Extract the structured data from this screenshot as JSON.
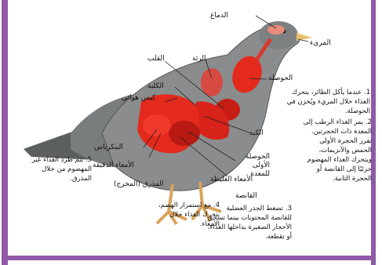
{
  "labels": {
    "brain": "الدماغ",
    "esophagus": "المريء",
    "crop": "الحوصلة",
    "lung": "الرئة",
    "heart": "القلب",
    "kidney": "الكلية",
    "air_sac": "كيس هوائي",
    "liver": "الكبد",
    "gizzard": "الحوصلة الأولى للمعدة",
    "pancreas": "البنكرياس",
    "small_intestine": "الأمعاء الدقيقة",
    "large_intestine": "الأمعاء الغليظة",
    "cloaca_tube": "المذرق (المخرج)",
    "gizzard2": "القانصة"
  },
  "steps": {
    "s1": "1. عندما يأكل الطائر، يتحرك الغذاء خلال المريء ويُخزن في الحوصلة.",
    "s2": "2. يمر الغذاء الرطب إلى المعدة ذات الحجرتين. تفرز الحجرة الأولى الحمض والأنزيمات، ويتحرك الغذاء المهضوم جزئيًا إلى القانصة أو الحجرة الثانية.",
    "s3": "3. تضغط الجدر العضلية للقانصة المحتويات بينما تسحق الأحجار الصغيرة بداخلها الغذاء، أو تقطعه.",
    "s4": "4. مع استمرار الهضم، يتحرك الغذاء خلال الأمعاء.",
    "s5": "5. يتم طرد الغذاء غير المهضوم من خلال المذرق."
  },
  "colors": {
    "frame": "#8e5aa6",
    "organ": "#e4291d",
    "body": "#6b6d6e"
  }
}
